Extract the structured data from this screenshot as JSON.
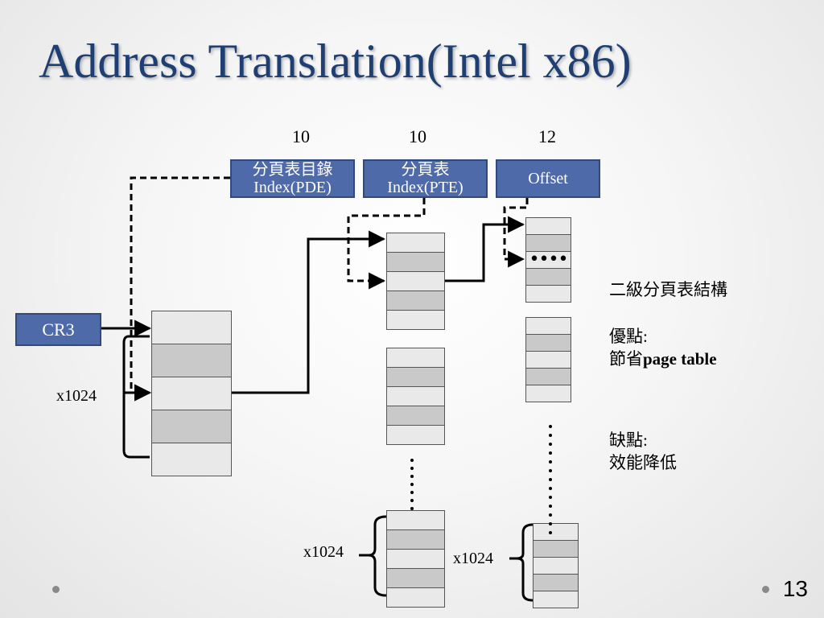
{
  "title": "Address Translation(Intel x86)",
  "fields": [
    {
      "bits": "10",
      "line1": "分頁表目錄",
      "line2": "Index(PDE)"
    },
    {
      "bits": "10",
      "line1": "分頁表",
      "line2": "Index(PTE)"
    },
    {
      "bits": "12",
      "line1": "Offset",
      "line2": ""
    }
  ],
  "cr3_label": "CR3",
  "multiplier_labels": [
    "x1024",
    "x1024",
    "x1024"
  ],
  "page_dots_label": "••••",
  "notes": {
    "heading": "二級分頁表結構",
    "advantage_title": "優點:",
    "advantage_prefix": "節省",
    "advantage_term": "page table",
    "disadvantage_title": "缺點:",
    "disadvantage_text": "效能降低"
  },
  "slide_number": "13"
}
